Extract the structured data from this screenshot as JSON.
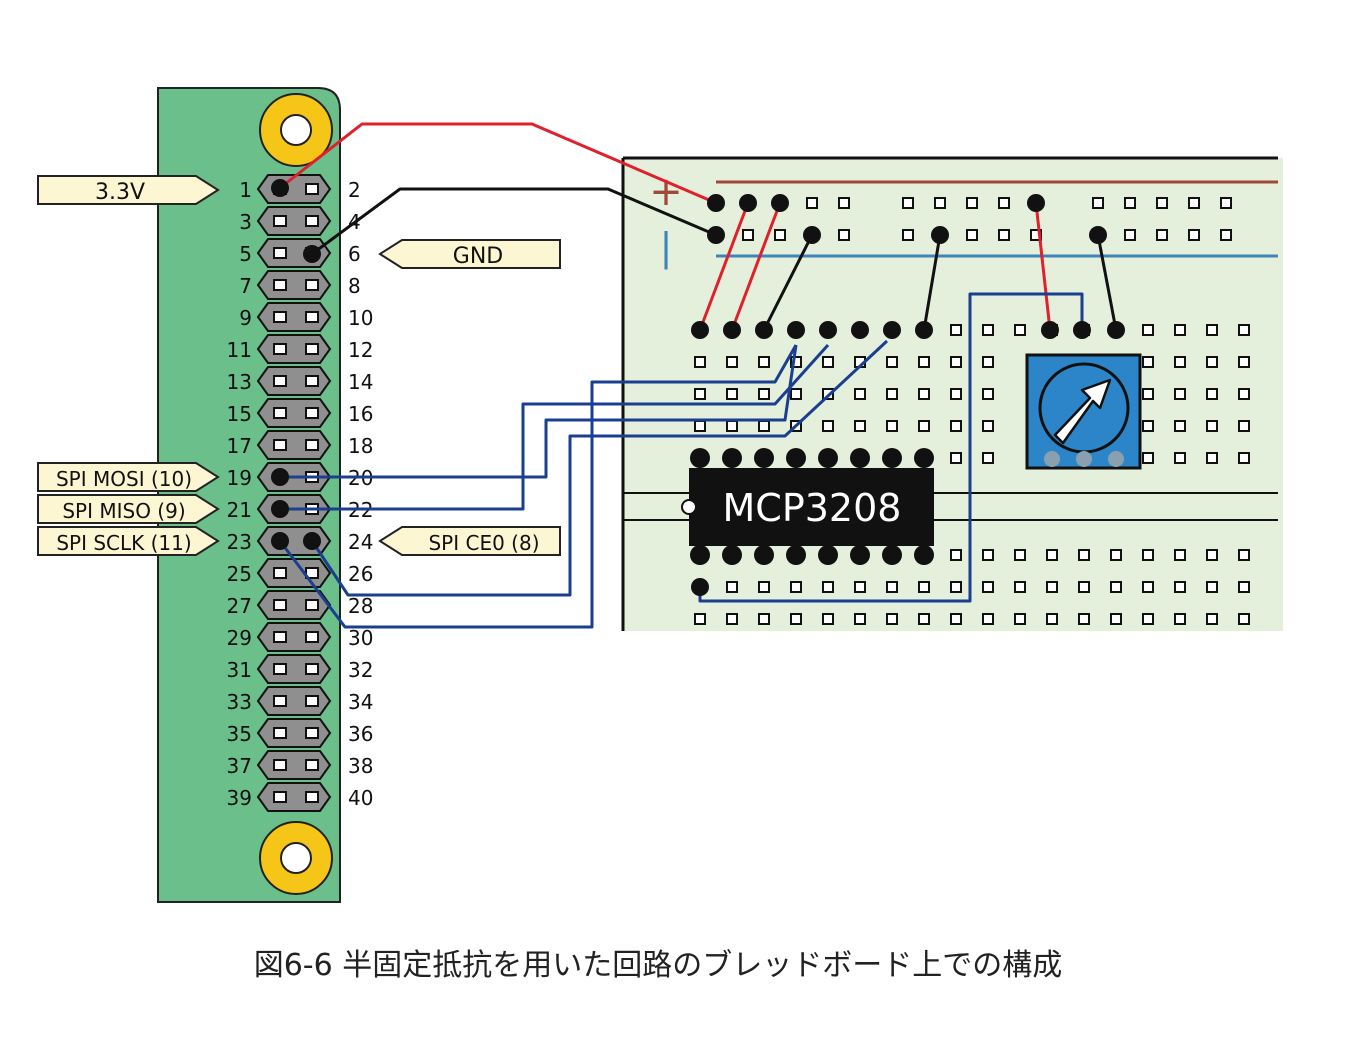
{
  "caption": "図6-6 半固定抵抗を用いた回路のブレッドボード上での構成",
  "gpio": {
    "odd_numbers": [
      "1",
      "3",
      "5",
      "7",
      "9",
      "11",
      "13",
      "15",
      "17",
      "19",
      "21",
      "23",
      "25",
      "27",
      "29",
      "31",
      "33",
      "35",
      "37",
      "39"
    ],
    "even_numbers": [
      "2",
      "4",
      "6",
      "8",
      "10",
      "12",
      "14",
      "16",
      "18",
      "20",
      "22",
      "24",
      "26",
      "28",
      "30",
      "32",
      "34",
      "36",
      "38",
      "40"
    ]
  },
  "labels": {
    "v33": "3.3V",
    "gnd": "GND",
    "mosi": "SPI MOSI (10)",
    "miso": "SPI MISO (9)",
    "sclk": "SPI SCLK (11)",
    "ce0": "SPI CE0 (8)"
  },
  "breadboard": {
    "plus_sign": "+",
    "minus_sign": "|"
  },
  "chip": {
    "label": "MCP3208"
  },
  "colors": {
    "board_green": "#6abf8a",
    "breadboard_bg": "#e4efdc",
    "wire_red": "#e0202a",
    "wire_black": "#111111",
    "wire_blue": "#1a3f8f",
    "rail_red": "#a0483a",
    "rail_blue": "#3f86b8",
    "label_fill": "#fdf6d3",
    "hole_gold": "#f5c518",
    "trimmer_blue": "#2c85c8"
  },
  "icons": [
    "mounting-hole-icon",
    "trimmer-arrow-icon",
    "chip-notch-icon"
  ]
}
